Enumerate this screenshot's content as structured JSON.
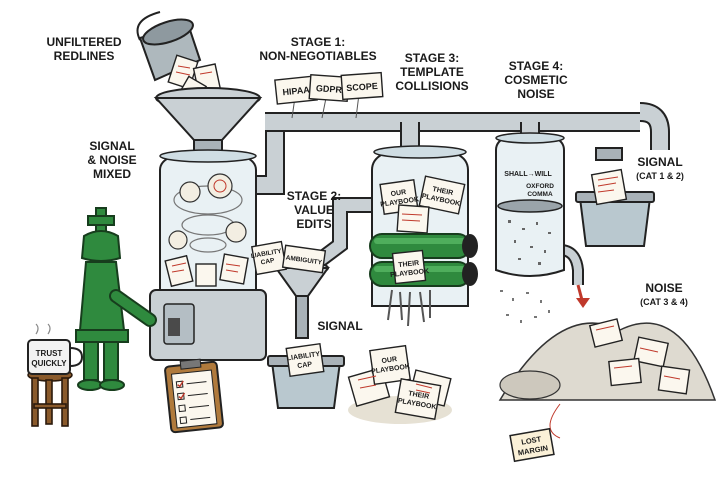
{
  "labels": {
    "unfiltered": [
      "UNFILTERED",
      "REDLINES"
    ],
    "signal_noise": [
      "SIGNAL",
      "& NOISE",
      "MIXED"
    ],
    "stage1": [
      "STAGE 1:",
      "NON-NEGOTIABLES"
    ],
    "stage2": [
      "STAGE 2:",
      "VALUE",
      "EDITS"
    ],
    "stage3": [
      "STAGE 3:",
      "TEMPLATE",
      "COLLISIONS"
    ],
    "stage4": [
      "STAGE 4:",
      "COSMETIC",
      "NOISE"
    ],
    "signal_mid": "SIGNAL",
    "signal_right": [
      "SIGNAL",
      "(CAT 1 & 2)"
    ],
    "noise_right": [
      "NOISE",
      "(CAT 3 & 4)"
    ]
  },
  "tags": {
    "hipaa": "HIPAA",
    "gdpr": "GDPR",
    "scope": "SCOPE",
    "liability_cap": [
      "LIABILITY",
      "CAP"
    ],
    "ambiguity": "AMBIGUITY",
    "our_playbook": [
      "OUR",
      "PLAYBOOK"
    ],
    "their_playbook": [
      "THEIR",
      "PLAYBOOK"
    ],
    "shall_will": "SHALL→WILL",
    "oxford_comma": [
      "OXFORD",
      "COMMA"
    ],
    "lost_margin": [
      "LOST",
      "MARGIN"
    ],
    "trust_quickly": [
      "TRUST",
      "QUICKLY"
    ]
  },
  "colors": {
    "accent_green": "#2f8a3e",
    "redline": "#c0392b",
    "glass": "#e9f1f4",
    "metal": "#c9d0d4"
  }
}
